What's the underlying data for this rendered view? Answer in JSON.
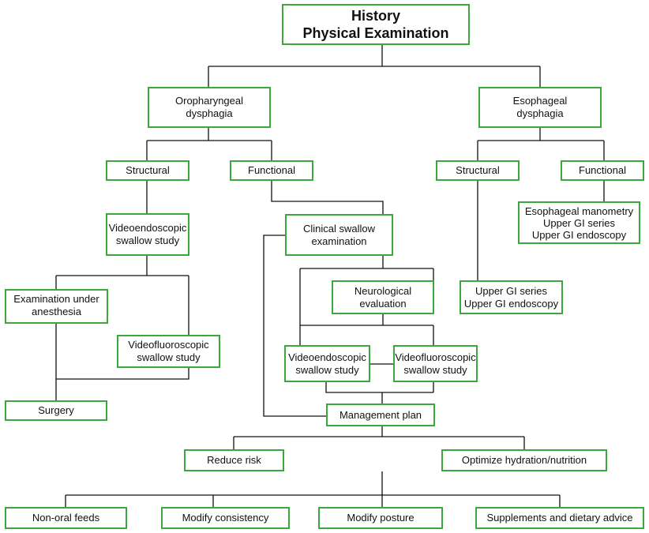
{
  "colors": {
    "border": "#3aa83a",
    "line": "#111111"
  },
  "nodes": {
    "history": "History\nPhysical Examination",
    "oro": "Oropharyngeal\ndysphagia",
    "eso": "Esophageal\ndysphagia",
    "oro_structural": "Structural",
    "oro_functional": "Functional",
    "eso_structural": "Structural",
    "eso_functional": "Functional",
    "vess_left": "Videoendoscopic\nswallow study",
    "clinical_swallow": "Clinical swallow\nexamination",
    "eso_manometry": "Esophageal manometry\nUpper GI series\nUpper GI endoscopy",
    "exam_anesthesia": "Examination under\nanesthesia",
    "neuro_eval": "Neurological\nevaluation",
    "upper_gi": "Upper GI series\nUpper GI endoscopy",
    "vfss_left": "Videofluoroscopic\nswallow study",
    "vess_mid": "Videoendoscopic\nswallow study",
    "vfss_mid": "Videofluoroscopic\nswallow study",
    "surgery": "Surgery",
    "management": "Management plan",
    "reduce_risk": "Reduce risk",
    "optimize": "Optimize hydration/nutrition",
    "non_oral": "Non-oral feeds",
    "modify_consistency": "Modify consistency",
    "modify_posture": "Modify posture",
    "supplements": "Supplements and dietary advice"
  }
}
